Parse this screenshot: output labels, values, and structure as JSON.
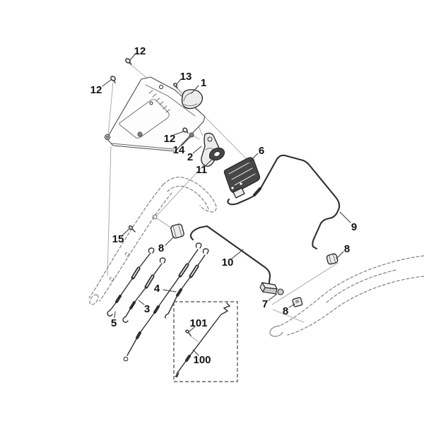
{
  "colors": {
    "background": "#ffffff",
    "ink": "#1a1a1a",
    "shaded_part": "#474747",
    "ghost_lines": "#808080"
  },
  "diagram": {
    "type": "exploded-parts-diagram",
    "callouts": {
      "screw_top": {
        "text": "12"
      },
      "screw_left": {
        "text": "12"
      },
      "screw_13": {
        "text": "13"
      },
      "cap_1": {
        "text": "1"
      },
      "screw_mid": {
        "text": "12"
      },
      "washer_14": {
        "text": "14"
      },
      "lever_2": {
        "text": "2"
      },
      "disc_11": {
        "text": "11"
      },
      "bracket_6": {
        "text": "6"
      },
      "wire_9": {
        "text": "9"
      },
      "grommet_right": {
        "text": "8"
      },
      "screw_15": {
        "text": "15"
      },
      "grommet_handle": {
        "text": "8"
      },
      "rod_10": {
        "text": "10"
      },
      "cable_4": {
        "text": "4"
      },
      "cable_3": {
        "text": "3"
      },
      "cable_5": {
        "text": "5"
      },
      "pedal_7": {
        "text": "7"
      },
      "clip_lower": {
        "text": "8"
      },
      "screw_101": {
        "text": "101"
      },
      "cable_100": {
        "text": "100"
      }
    }
  }
}
